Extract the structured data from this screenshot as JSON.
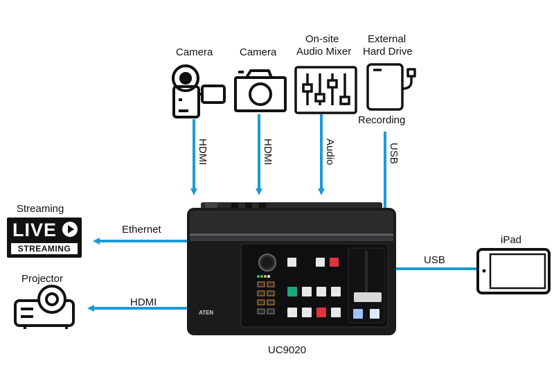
{
  "inputs": {
    "camera1": "Camera",
    "camera2": "Camera",
    "mixer": [
      "On-site",
      "Audio Mixer"
    ],
    "drive": [
      "External",
      "Hard Drive"
    ],
    "recording": "Recording"
  },
  "connections": {
    "hdmi1": "HDMI",
    "hdmi2": "HDMI",
    "audio": "Audio",
    "usb_top": "USB",
    "ethernet": "Ethernet",
    "hdmi_out": "HDMI",
    "usb_right": "USB"
  },
  "outputs": {
    "streaming": "Streaming",
    "live": "LIVE",
    "live_sub": "STREAMING",
    "projector": "Projector",
    "ipad": "iPad"
  },
  "device": {
    "model": "UC9020",
    "brand": "ATEN"
  },
  "colors": {
    "arrow": "#1a9bd7",
    "device_body": "#1b1b1d",
    "panel": "#0f0f11",
    "green_button": "#1aa57a",
    "red_button": "#e0343d",
    "icon_stroke": "#111111"
  }
}
